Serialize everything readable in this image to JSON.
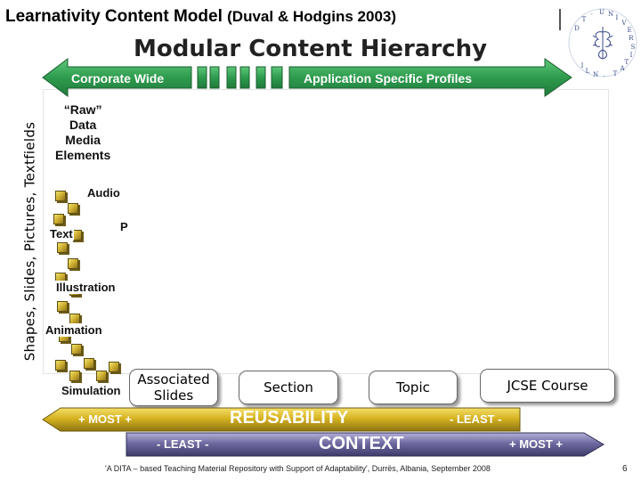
{
  "slide": {
    "title_main": "Learnativity Content Model",
    "title_ref": "(Duval & Hodgins 2003)",
    "hierarchy_title": "Modular Content Hierarchy",
    "vertical_label": "Shapes, Slides, Pictures, Textfields"
  },
  "top_arrow": {
    "left_label": "Corporate Wide",
    "right_label": "Application Specific Profiles",
    "color": "#2e9b4e"
  },
  "raw": {
    "line1": "“Raw”",
    "line2": "Data",
    "line3": "Media",
    "line4": "Elements"
  },
  "elements": {
    "audio": "Audio",
    "text": "Text",
    "partial": "P",
    "illustration": "Illustration",
    "animation": "Animation",
    "simulation": "Simulation"
  },
  "levels": {
    "associated_slides_1": "Associated",
    "associated_slides_2": "Slides",
    "section": "Section",
    "topic": "Topic",
    "jcse_course": "JCSE Course"
  },
  "reusability_band": {
    "left": "+ MOST +",
    "center": "REUSABILITY",
    "right": "- LEAST -",
    "color": "#d6b321"
  },
  "context_band": {
    "left": "- LEAST -",
    "center": "CONTEXT",
    "right": "+ MOST +",
    "color": "#6e6aa0"
  },
  "footer": {
    "citation": "'A DITA – based Teaching Material Repository with Support of Adaptability', Durrës, Albania, September 2008",
    "page": "6"
  }
}
